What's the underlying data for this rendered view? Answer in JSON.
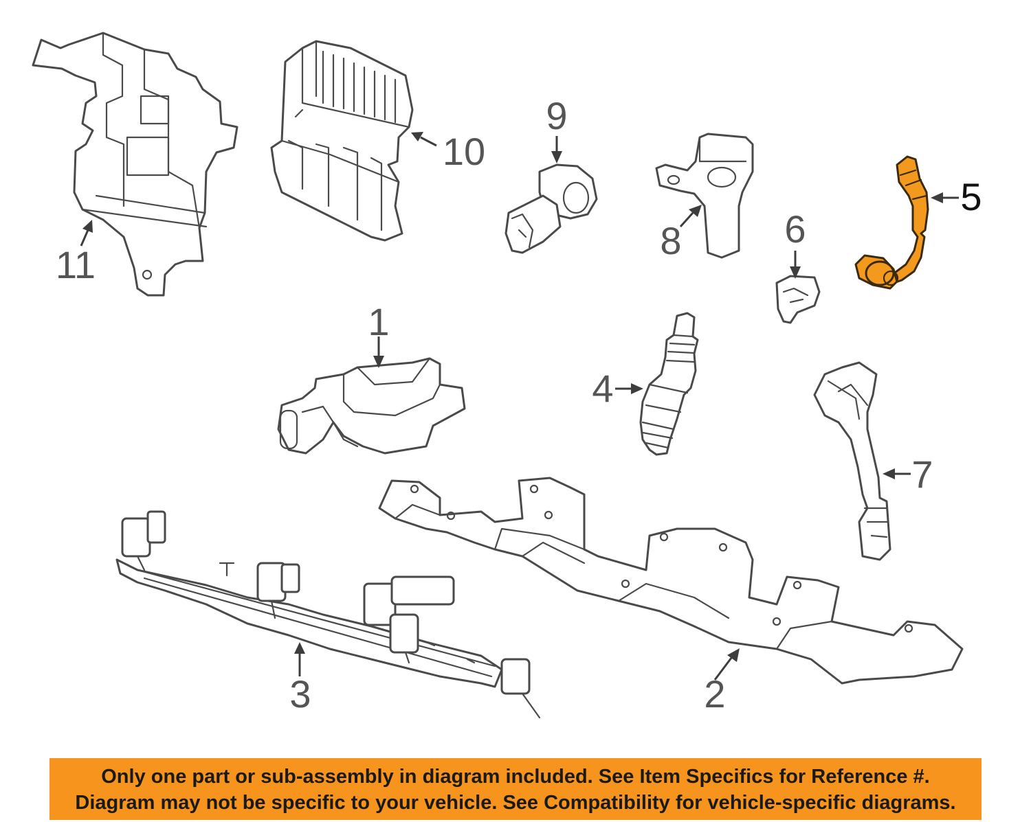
{
  "callouts": {
    "c1": "1",
    "c2": "2",
    "c3": "3",
    "c4": "4",
    "c5": "5",
    "c6": "6",
    "c7": "7",
    "c8": "8",
    "c9": "9",
    "c10": "10",
    "c11": "11"
  },
  "highlighted_part": "5",
  "colors": {
    "highlight": "#f39a1e",
    "banner": "#f7941d",
    "line": "#4a4a4a"
  },
  "notice": {
    "line1": "Only one part or sub-assembly in diagram included. See Item Specifics for Reference #.",
    "line2": "Diagram may not be specific to your vehicle. See Compatibility for vehicle-specific diagrams."
  }
}
